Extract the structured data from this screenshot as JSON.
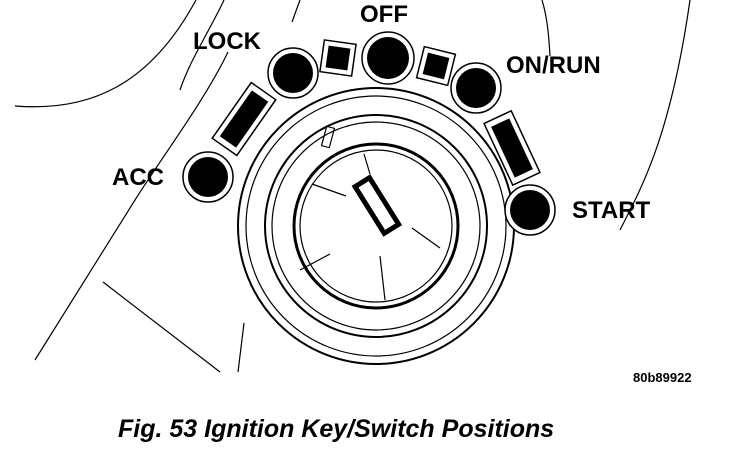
{
  "figure": {
    "positions": {
      "lock": "LOCK",
      "off": "OFF",
      "on_run": "ON/RUN",
      "acc": "ACC",
      "start": "START"
    },
    "code": "80b89922",
    "caption": "Fig. 53 Ignition Key/Switch Positions"
  }
}
